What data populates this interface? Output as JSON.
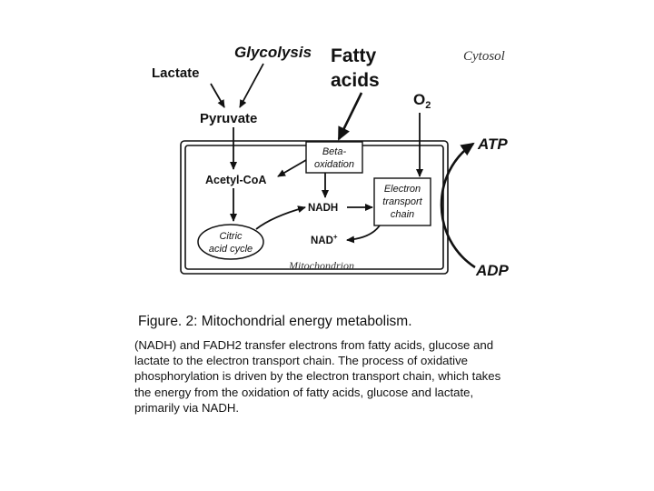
{
  "diagram": {
    "labels": {
      "glycolysis": "Glycolysis",
      "fatty_acids_line1": "Fatty",
      "fatty_acids_line2": "acids",
      "cytosol": "Cytosol",
      "lactate": "Lactate",
      "pyruvate": "Pyruvate",
      "o2": "O",
      "o2_sub": "2",
      "atp": "ATP",
      "adp": "ADP",
      "beta_ox_line1": "Beta-",
      "beta_ox_line2": "oxidation",
      "acetyl_coa": "Acetyl-CoA",
      "nadh": "NADH",
      "nad_plus": "NAD",
      "nad_plus_sup": "+",
      "etc_line1": "Electron",
      "etc_line2": "transport",
      "etc_line3": "chain",
      "citric_line1": "Citric",
      "citric_line2": "acid cycle",
      "mitochondrion": "Mitochondrion"
    }
  },
  "caption": {
    "title": "Figure. 2:  Mitochondrial energy metabolism.",
    "body": "(NADH) and FADH2 transfer electrons from fatty acids, glucose and lactate to the electron transport chain. The process of oxidative phosphorylation is driven by the electron transport chain, which takes the energy from the oxidation of fatty acids, glucose and lactate, primarily via NADH."
  }
}
